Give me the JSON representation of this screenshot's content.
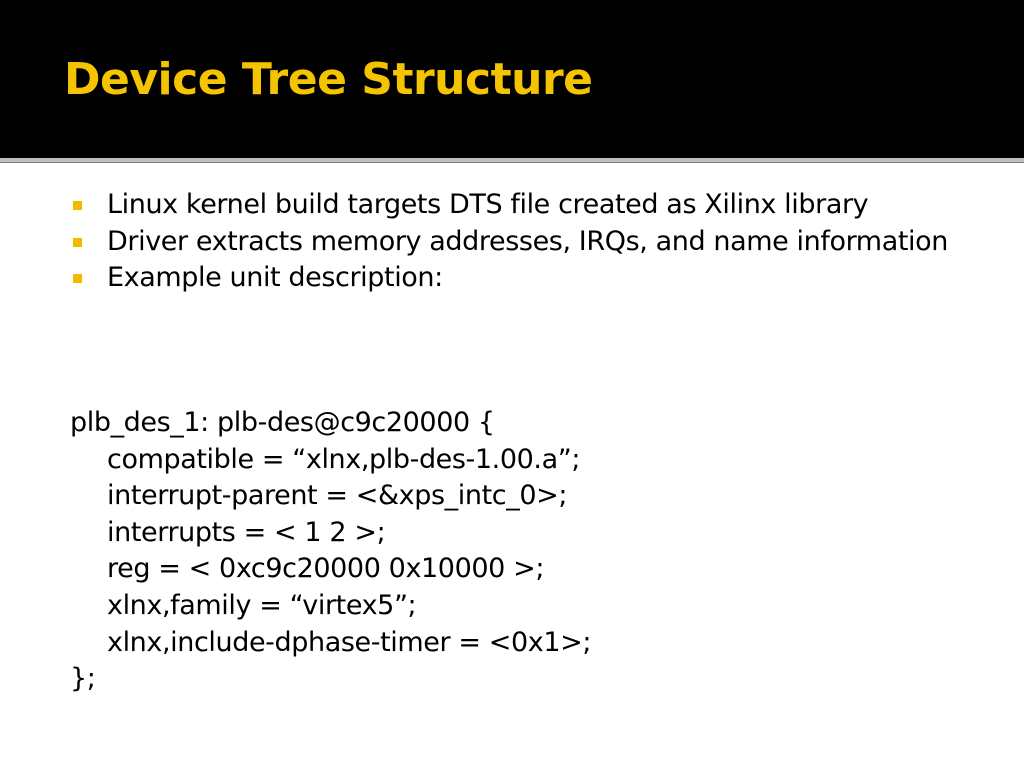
{
  "slide": {
    "title": "Device Tree Structure",
    "colors": {
      "title": "#F5C400",
      "bullet": "#F5B800",
      "background_top": "#000000",
      "background_content": "#FFFFFF"
    },
    "bullets": [
      "Linux kernel build targets DTS file created as Xilinx library",
      "Driver extracts memory addresses, IRQs, and name information",
      "Example unit description:"
    ],
    "code": {
      "open": "plb_des_1: plb-des@c9c20000 {",
      "lines": [
        "compatible = “xlnx,plb-des-1.00.a”;",
        "interrupt-parent = <&xps_intc_0>;",
        "interrupts = < 1 2 >;",
        "reg = < 0xc9c20000 0x10000 >;",
        "xlnx,family = “virtex5”;",
        "xlnx,include-dphase-timer = <0x1>;"
      ],
      "close": "};"
    }
  }
}
